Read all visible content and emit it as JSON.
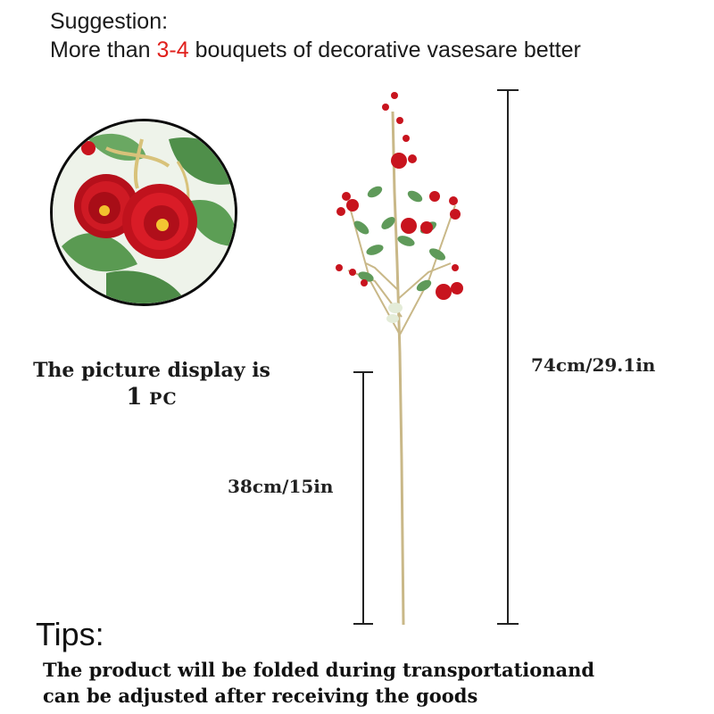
{
  "suggestion": {
    "heading": "Suggestion:",
    "line_prefix": "More than ",
    "line_highlight": "3-4",
    "line_suffix": " bouquets of decorative vasesare better",
    "highlight_color": "#e0201c"
  },
  "display_note": {
    "line1": "The picture display is",
    "quantity": "1",
    "unit": "PC"
  },
  "dimensions": {
    "total_height": "74cm/29.1in",
    "stem_length": "38cm/15in"
  },
  "tips": {
    "title": "Tips:",
    "body_line1": "The product will be folded during transportationand",
    "body_line2": "can be adjusted after receiving the goods"
  },
  "images": {
    "zoom_image": "closeup-red-rose-flowers",
    "product_image": "artificial-red-rose-stem"
  },
  "colors": {
    "flower_red": "#c8141e",
    "leaf_green": "#5f9a5a",
    "stem_tan": "#c9b888"
  }
}
